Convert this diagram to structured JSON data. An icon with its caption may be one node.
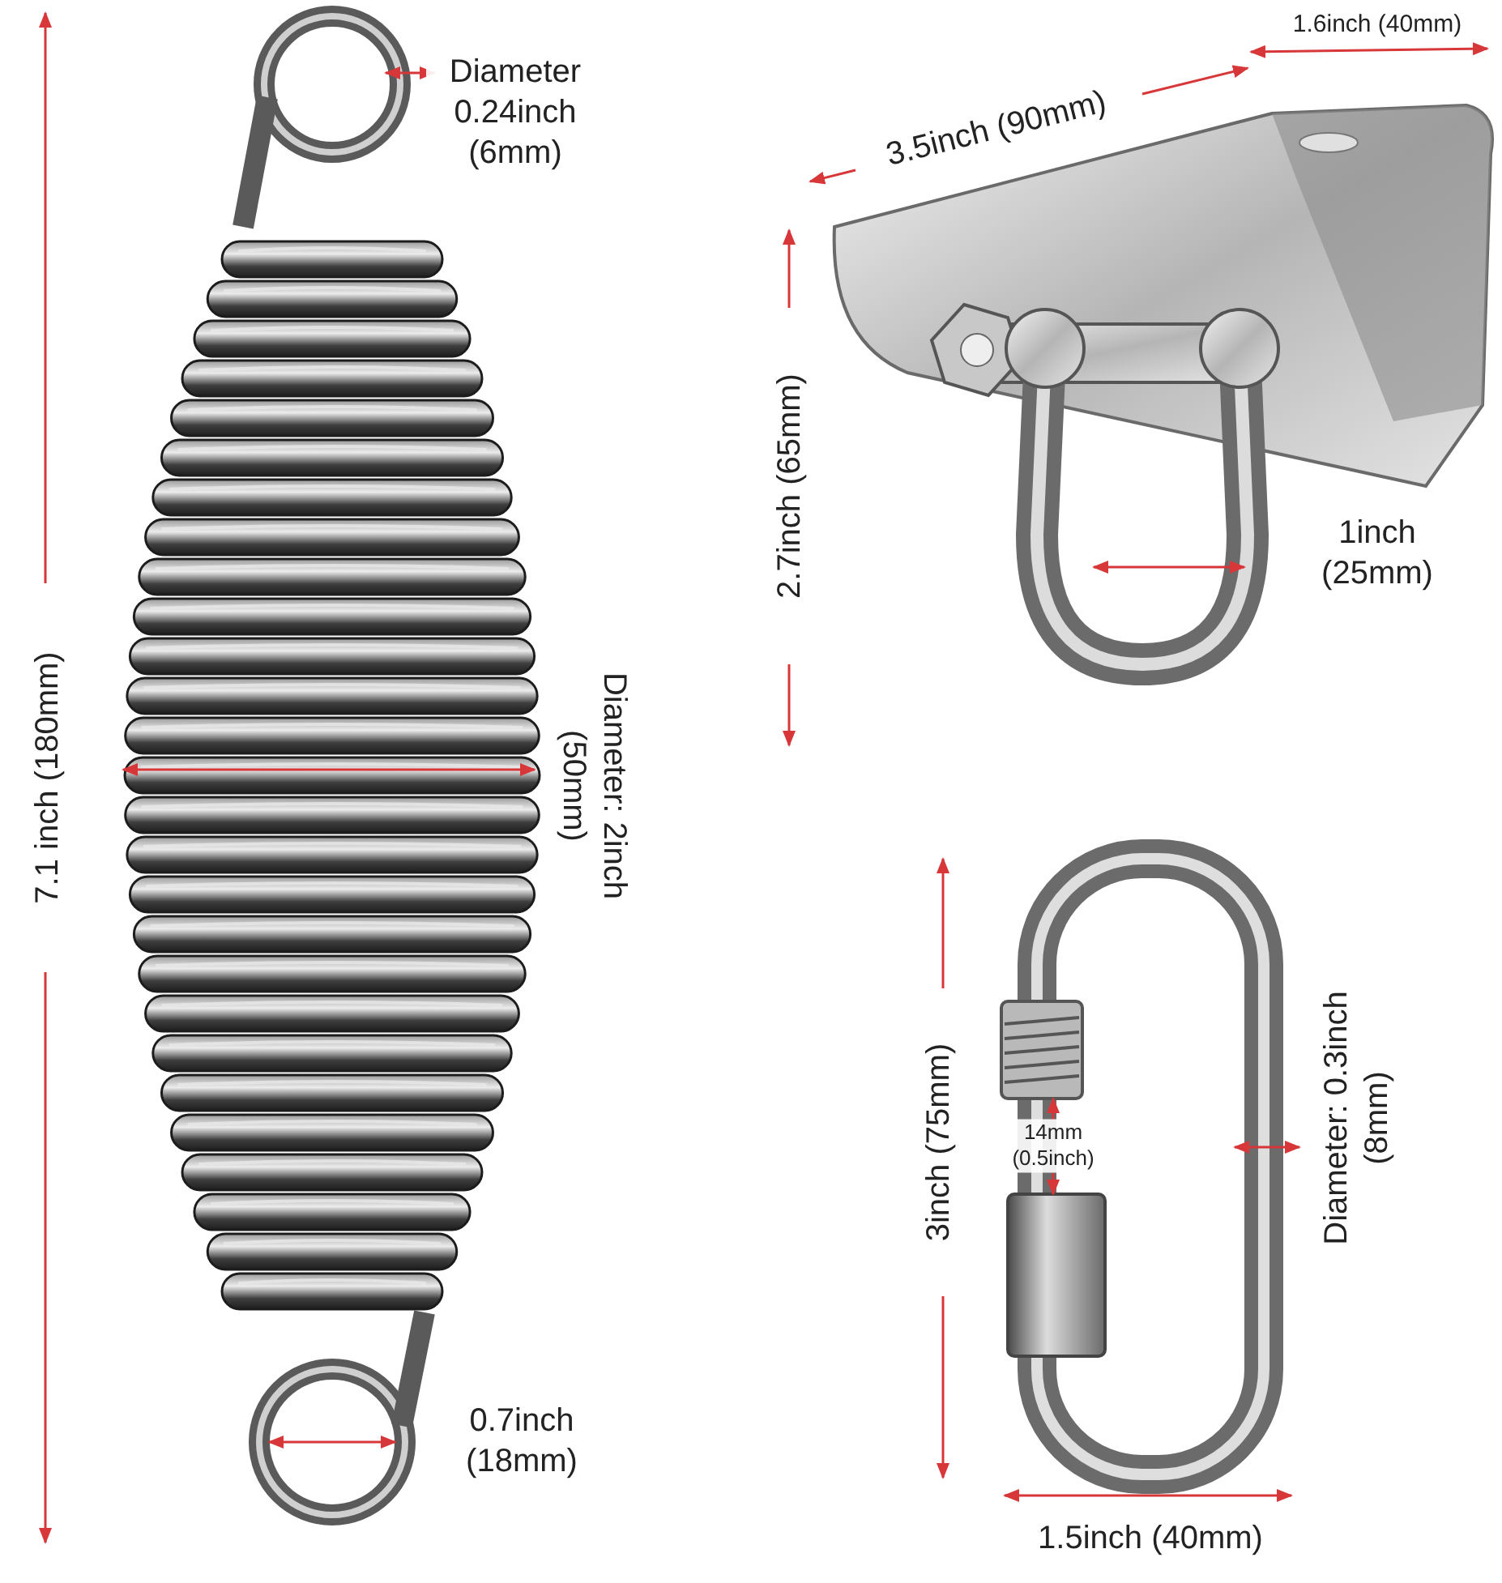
{
  "diagram": {
    "labels": [
      "Diameter 0.24inch (6mm)",
      "1.6inch (40mm)",
      "3.5inch (90mm)",
      "2.7inch (65mm)",
      "1inch (25mm)",
      "7.1 inch (180mm)",
      "Diameter: 2inch (50mm)",
      "3inch (75mm)",
      "14mm (0.5inch)",
      "Diameter: 0.3inch (8mm)",
      "0.7inch (18mm)",
      "1.5inch (40mm)"
    ]
  }
}
